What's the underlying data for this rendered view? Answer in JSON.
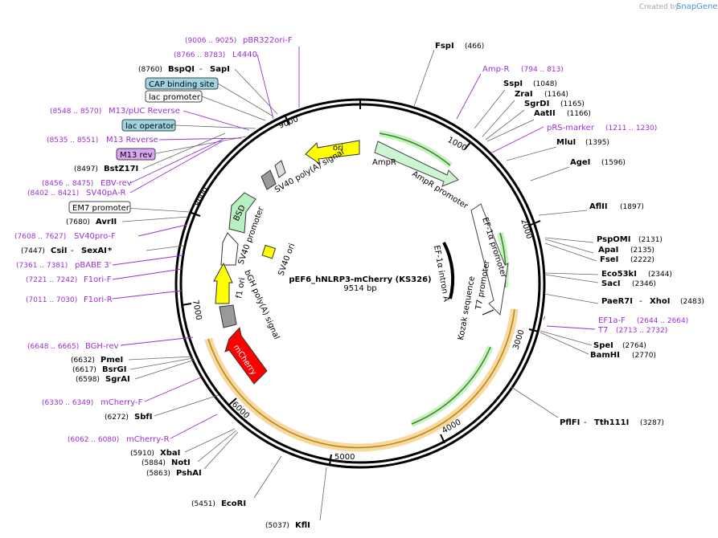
{
  "branding": {
    "created_by": "Created by",
    "product": "SnapGene"
  },
  "plasmid": {
    "name": "pEF6_hNLRP3-mCherry (KS326)",
    "length": "9514 bp"
  },
  "ticks": [
    "1000",
    "2000",
    "3000",
    "4000",
    "5000",
    "6000",
    "7000",
    "8000",
    "9000"
  ],
  "features": {
    "ori": "ori",
    "ampr": "AmpR",
    "ampr_promoter": "AmpR promoter",
    "ef1a_promoter": "EF-1α promoter",
    "ef1a_intron": "EF-1α intron A",
    "kozak": "Kozak sequence",
    "t7_promoter": "T7 promoter",
    "sv40_polya": "SV40 poly(A) signal",
    "bsd": "BSD",
    "sv40_promoter": "SV40 promoter",
    "sv40_ori": "SV40 ori",
    "bgh_polya": "bGH poly(A) signal",
    "f1_ori": "f1 ori",
    "mcherry": "mCherry"
  },
  "sites": {
    "FspI": {
      "name": "FspI",
      "pos": "(466)"
    },
    "SspI": {
      "name": "SspI",
      "pos": "(1048)"
    },
    "ZraI": {
      "name": "ZraI",
      "pos": "(1164)"
    },
    "SgrDI": {
      "name": "SgrDI",
      "pos": "(1165)"
    },
    "AatII": {
      "name": "AatII",
      "pos": "(1166)"
    },
    "MluI": {
      "name": "MluI",
      "pos": "(1395)"
    },
    "AgeI": {
      "name": "AgeI",
      "pos": "(1596)"
    },
    "AflII": {
      "name": "AflII",
      "pos": "(1897)"
    },
    "PspOMI": {
      "name": "PspOMI",
      "pos": "(2131)"
    },
    "ApaI": {
      "name": "ApaI",
      "pos": "(2135)"
    },
    "FseI": {
      "name": "FseI",
      "pos": "(2222)"
    },
    "Eco53kI": {
      "name": "Eco53kI",
      "pos": "(2344)"
    },
    "SacI": {
      "name": "SacI",
      "pos": "(2346)"
    },
    "PaeR7I": {
      "name": "PaeR7I",
      "sep": " - ",
      "name2": "XhoI",
      "pos": "(2483)"
    },
    "SpeI": {
      "name": "SpeI",
      "pos": "(2764)"
    },
    "BamHI": {
      "name": "BamHI",
      "pos": "(2770)"
    },
    "PflFI": {
      "name": "PflFI",
      "sep": " - ",
      "name2": "Tth111I",
      "pos": "(3287)"
    },
    "KflI": {
      "name": "KflI",
      "pos": "(5037)"
    },
    "EcoRI": {
      "name": "EcoRI",
      "pos": "(5451)"
    },
    "PshAI": {
      "name": "PshAI",
      "pos": "(5863)"
    },
    "NotI": {
      "name": "NotI",
      "pos": "(5884)"
    },
    "XbaI": {
      "name": "XbaI",
      "pos": "(5910)"
    },
    "SbfI": {
      "name": "SbfI",
      "pos": "(6272)"
    },
    "SgrAI": {
      "name": "SgrAI",
      "pos": "(6598)"
    },
    "BsrGI": {
      "name": "BsrGI",
      "pos": "(6617)"
    },
    "PmeI": {
      "name": "PmeI",
      "pos": "(6632)"
    },
    "CsiI": {
      "name": "CsiI",
      "sep": " - ",
      "name2": "SexAI",
      "star": " *",
      "pos": "(7447)"
    },
    "AvrII": {
      "name": "AvrII",
      "pos": "(7680)"
    },
    "BstZ17I": {
      "name": "BstZ17I",
      "pos": "(8497)"
    },
    "BspQI": {
      "name": "BspQI",
      "sep": " - ",
      "name2": "SapI",
      "pos": "(8760)"
    }
  },
  "primers": {
    "AmpR": {
      "name": "Amp-R",
      "pos": "(794 .. 813)"
    },
    "pRS": {
      "name": "pRS-marker",
      "pos": "(1211 .. 1230)"
    },
    "EF1aF": {
      "name": "EF1a-F",
      "pos": "(2644 .. 2664)"
    },
    "T7": {
      "name": "T7",
      "pos": "(2713 .. 2732)"
    },
    "pBR322": {
      "name": "pBR322ori-F",
      "pos": "(9006 .. 9025)"
    },
    "L4440": {
      "name": "L4440",
      "pos": "(8766 .. 8783)"
    },
    "M13pUC": {
      "name": "M13/pUC Reverse",
      "pos": "(8548 .. 8570)"
    },
    "M13Rev": {
      "name": "M13 Reverse",
      "pos": "(8535 .. 8551)"
    },
    "EBV": {
      "name": "EBV-rev",
      "pos": "(8456 .. 8475)"
    },
    "SV40pAR": {
      "name": "SV40pA-R",
      "pos": "(8402 .. 8421)"
    },
    "SV40proF": {
      "name": "SV40pro-F",
      "pos": "(7608 .. 7627)"
    },
    "pBABE": {
      "name": "pBABE 3'",
      "pos": "(7361 .. 7381)"
    },
    "F1oriF": {
      "name": "F1ori-F",
      "pos": "(7221 .. 7242)"
    },
    "F1oriR": {
      "name": "F1ori-R",
      "pos": "(7011 .. 7030)"
    },
    "BGHrev": {
      "name": "BGH-rev",
      "pos": "(6648 .. 6665)"
    },
    "mCherryF": {
      "name": "mCherry-F",
      "pos": "(6330 .. 6349)"
    },
    "mCherryR": {
      "name": "mCherry-R",
      "pos": "(6062 .. 6080)"
    }
  },
  "boxes": {
    "cap": "CAP binding site",
    "lacpro": "lac promoter",
    "lacop": "lac operator",
    "m13rev": "M13 rev",
    "em7": "EM7 promoter"
  },
  "colors": {
    "primer": "#9a2fd6",
    "ampr": "#ccf5d2",
    "ori": "#ffff00",
    "mcherry": "#ff0000",
    "bsd": "#b6f0c0",
    "lac_op": "#9ed4e0",
    "m13": "#d9a6f2",
    "orf": "#f2c777"
  }
}
